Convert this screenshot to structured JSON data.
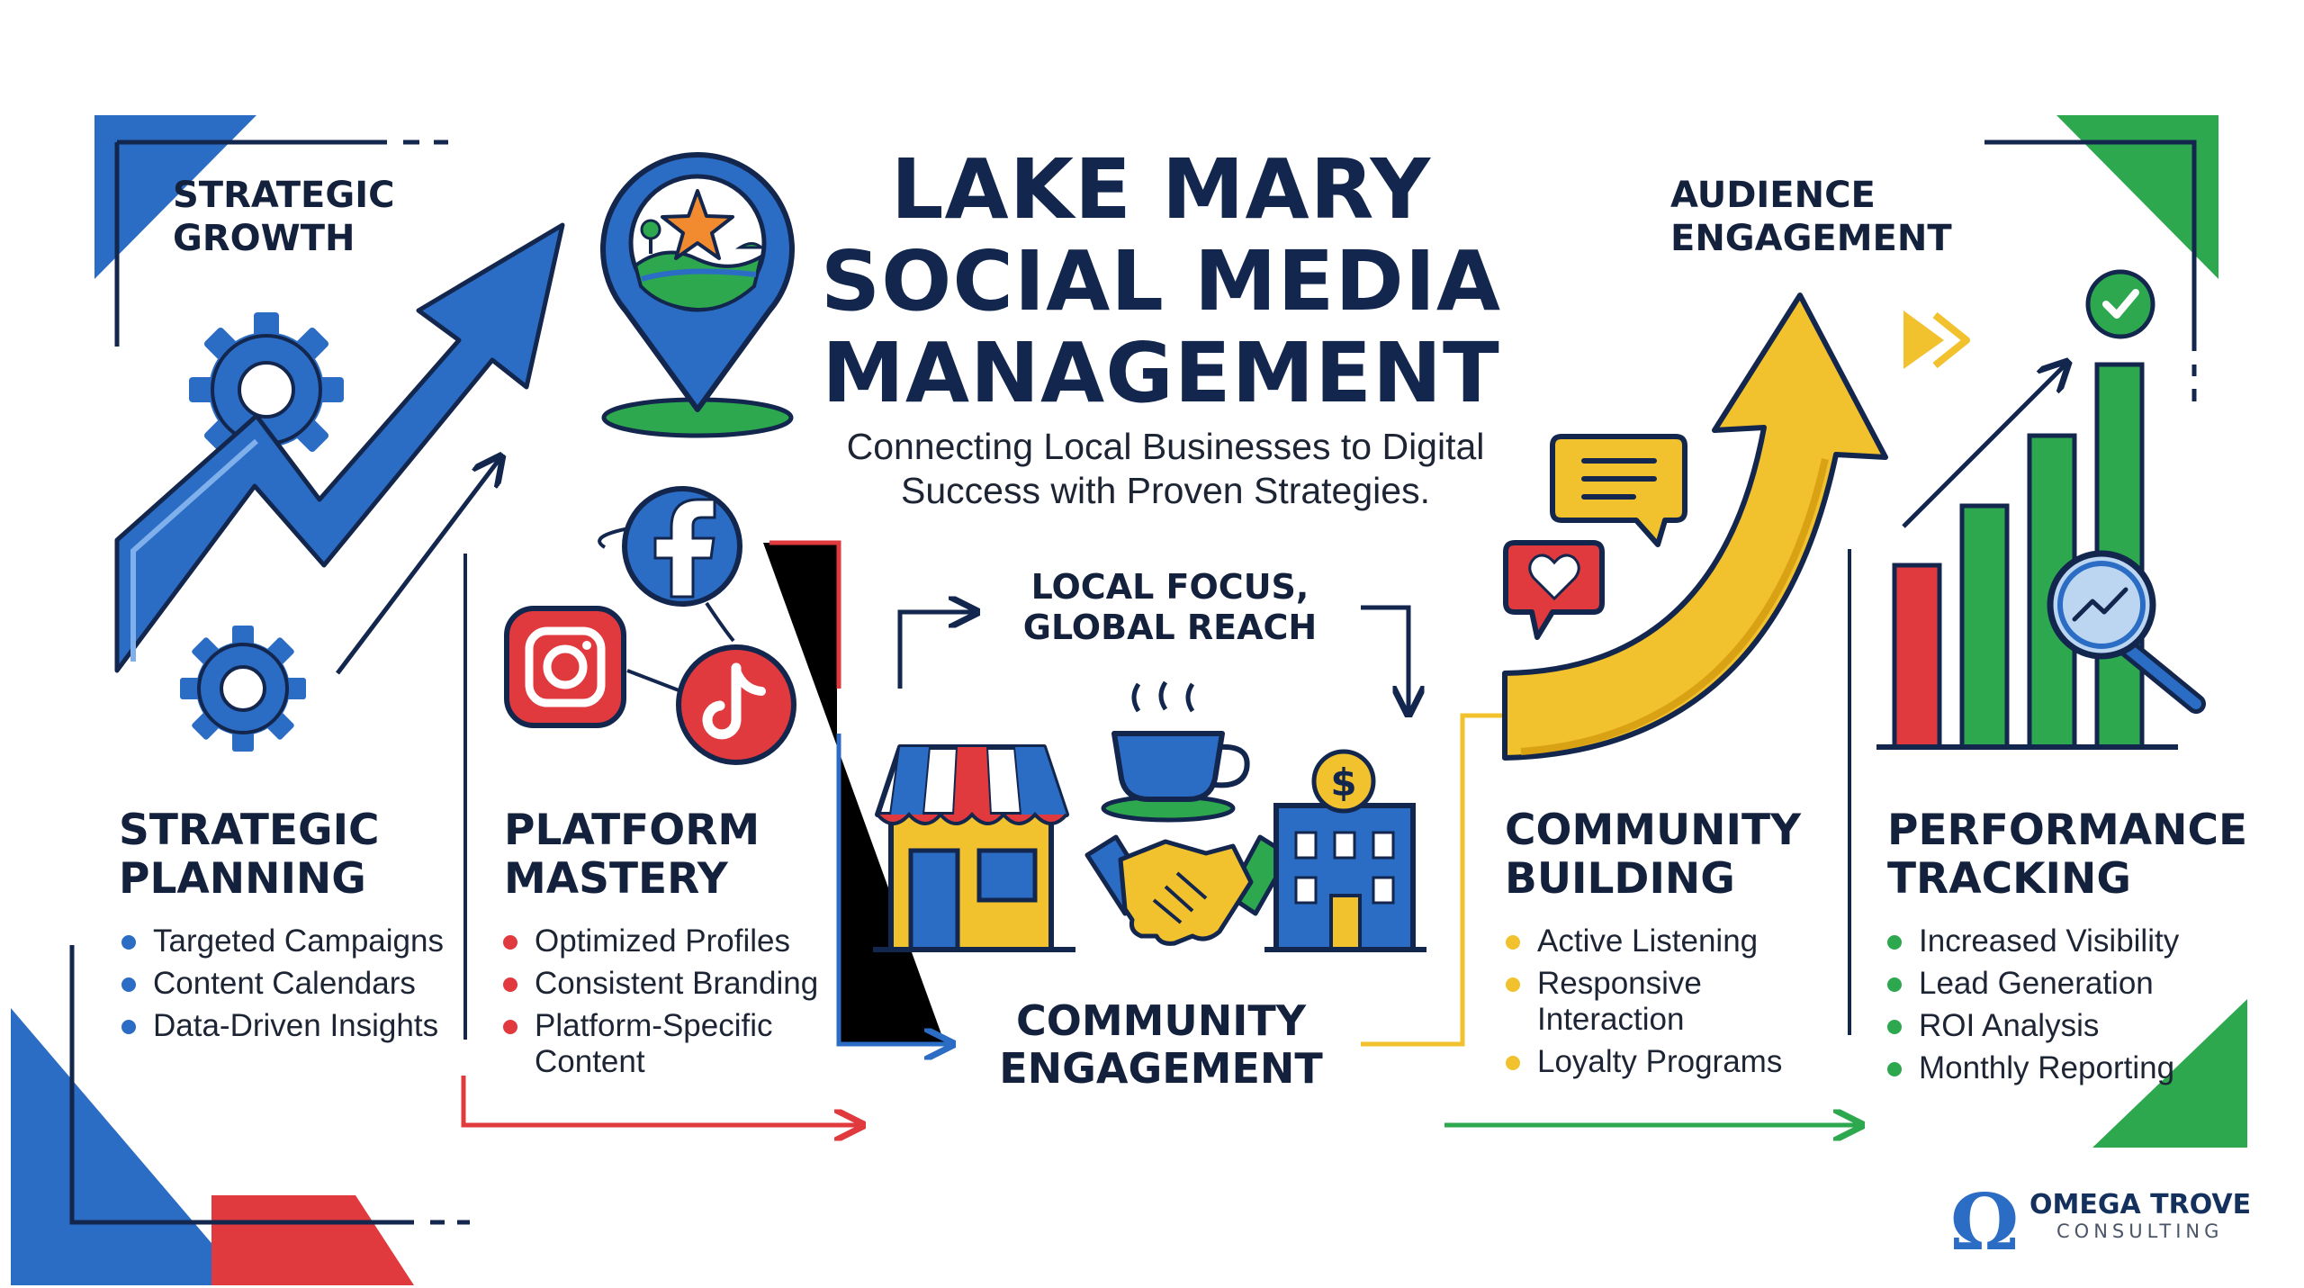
{
  "header": {
    "title_lines": [
      "LAKE MARY",
      "SOCIAL MEDIA",
      "MANAGEMENT"
    ],
    "subtitle_lines": [
      "Connecting Local Businesses to Digital",
      "Success with Proven Strategies."
    ]
  },
  "corner_labels": {
    "top_left": [
      "STRATEGIC",
      "GROWTH"
    ],
    "top_right": [
      "AUDIENCE",
      "ENGAGEMENT"
    ]
  },
  "center": {
    "top_label": [
      "LOCAL FOCUS,",
      "GLOBAL REACH"
    ],
    "bottom_label": [
      "COMMUNITY",
      "ENGAGEMENT"
    ]
  },
  "sections": [
    {
      "title_lines": [
        "STRATEGIC",
        "PLANNING"
      ],
      "bullet_color": "#2b6cc4",
      "items": [
        "Targeted Campaigns",
        "Content Calendars",
        "Data-Driven Insights"
      ]
    },
    {
      "title_lines": [
        "PLATFORM",
        "MASTERY"
      ],
      "bullet_color": "#e03a3e",
      "items": [
        "Optimized Profiles",
        "Consistent Branding",
        "Platform-Specific Content"
      ]
    },
    {
      "title_lines": [
        "COMMUNITY",
        "BUILDING"
      ],
      "bullet_color": "#f2c12e",
      "items": [
        "Active Listening",
        "Responsive Interaction",
        "Loyalty Programs"
      ]
    },
    {
      "title_lines": [
        "PERFORMANCE",
        "TRACKING"
      ],
      "bullet_color": "#2ea84f",
      "items": [
        "Increased Visibility",
        "Lead Generation",
        "ROI Analysis",
        "Monthly Reporting"
      ]
    }
  ],
  "brand": {
    "name": "OMEGA TROVE",
    "tagline": "CONSULTING",
    "symbol": "Ω"
  },
  "icons": [
    "gear-icon",
    "growth-arrow-icon",
    "location-pin-icon",
    "facebook-icon",
    "instagram-icon",
    "tiktok-icon",
    "storefront-icon",
    "coffee-cup-icon",
    "handshake-icon",
    "office-building-icon",
    "dollar-coin-icon",
    "chat-bubble-icon",
    "heart-bubble-icon",
    "curved-up-arrow-icon",
    "fast-forward-icon",
    "check-circle-icon",
    "bar-chart-icon",
    "magnifier-icon"
  ],
  "colors": {
    "navy": "#13264d",
    "blue": "#2b6cc4",
    "red": "#e03a3e",
    "yellow": "#f2c12e",
    "green": "#2ea84f"
  }
}
